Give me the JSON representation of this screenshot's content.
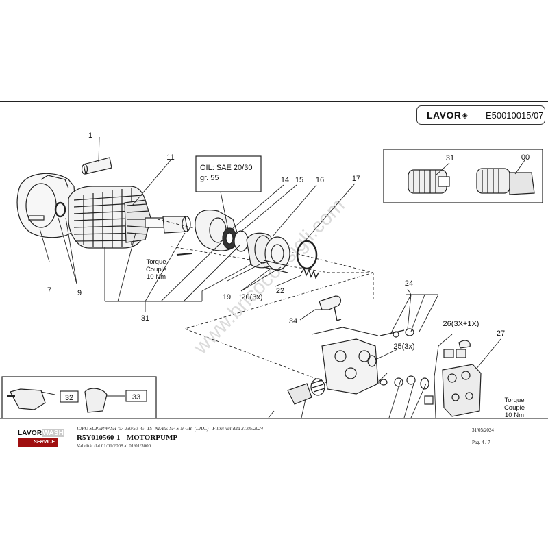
{
  "header": {
    "brand": "LAVOR",
    "brand_mark": "◈",
    "doc_code": "E50010015/07"
  },
  "diagram": {
    "oil_note": [
      "OIL: SAE 20/30",
      "gr.  55"
    ],
    "torque_note_1": [
      "Torque",
      "Couple",
      "10 Nm"
    ],
    "torque_note_2": [
      "Torque",
      "Couple",
      "10 Nm"
    ],
    "callouts": [
      "1",
      "11",
      "14",
      "15",
      "16",
      "17",
      "7",
      "9",
      "31",
      "19",
      "20(3x)",
      "22",
      "24",
      "34",
      "26(3X+1X)",
      "25(3x)",
      "27",
      "32",
      "33",
      "00"
    ],
    "watermark": "www.bricoconsigli.com"
  },
  "footer": {
    "brand_top": "LAVOR",
    "brand_top_b": "WASH",
    "service": "SERVICE",
    "title": "IDRO SUPERWASH '07 230/50 -G- TS -NL/BE-SF-S-N-GR- (LJDL) - Filtri: validità 31/05/2024",
    "code": "R5Y010560-1 - MOTORPUMP",
    "validity": "Validità: dal 01/01/2008 al 01/01/3000",
    "date": "31/05/2024",
    "page": "Pag. 4 / 7"
  }
}
